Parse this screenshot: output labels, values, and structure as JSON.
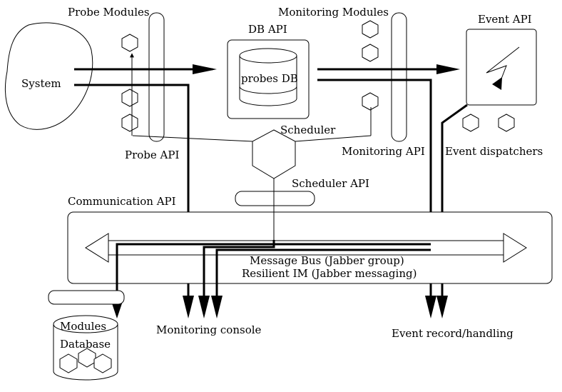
{
  "colors": {
    "stroke": "#000000",
    "background": "#ffffff"
  },
  "labels": {
    "probe_modules": "Probe Modules",
    "monitoring_modules": "Monitoring Modules",
    "db_api": "DB API",
    "event_api": "Event API",
    "system": "System",
    "probes_db": "probes DB",
    "scheduler": "Scheduler",
    "probe_api": "Probe API",
    "monitoring_api": "Monitoring API",
    "event_dispatchers": "Event dispatchers",
    "scheduler_api": "Scheduler API",
    "communication_api": "Communication API",
    "message_bus": "Message Bus (Jabber group)",
    "resilient_im": "Resilient IM (Jabber messaging)",
    "modules": "Modules",
    "database": "Database",
    "monitoring_console": "Monitoring console",
    "event_record": "Event record/handling"
  },
  "icons": {
    "event_icon": "lightning-bolt-icon",
    "module_icon": "hexagon-icon"
  }
}
